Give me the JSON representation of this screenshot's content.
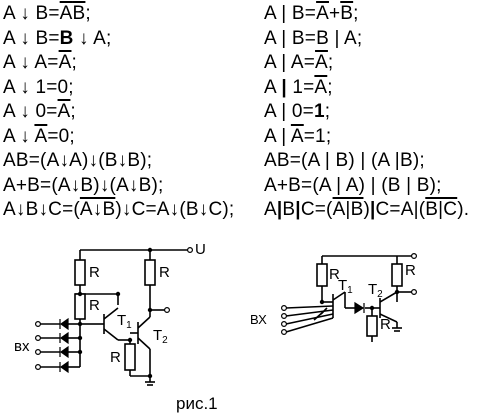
{
  "left_formulas": [
    [
      {
        "t": "A ↓ B="
      },
      {
        "t": "A",
        "o": 1
      },
      {
        "t": "B",
        "o": 1
      },
      {
        "t": ";"
      }
    ],
    [
      {
        "t": "A ↓ B="
      },
      {
        "t": "B",
        "b": 1
      },
      {
        "t": " ↓ A;"
      }
    ],
    [
      {
        "t": "A ↓ A="
      },
      {
        "t": "A",
        "o": 1
      },
      {
        "t": ";"
      }
    ],
    [
      {
        "t": "A ↓ 1=0;"
      }
    ],
    [
      {
        "t": "A ↓ 0="
      },
      {
        "t": "A",
        "o": 1
      },
      {
        "t": ";"
      }
    ],
    [
      {
        "t": "A ↓ "
      },
      {
        "t": "A",
        "o": 1
      },
      {
        "t": "=0;"
      }
    ],
    [
      {
        "t": "AB=(A↓A)↓(B↓B);"
      }
    ],
    [
      {
        "t": "A+B=(A↓B)↓(A↓B);"
      }
    ],
    [
      {
        "t": "A↓B↓C=("
      },
      {
        "t": "A↓B",
        "o": 1
      },
      {
        "t": ")↓C=A↓(B↓C);"
      }
    ]
  ],
  "right_formulas": [
    [
      {
        "t": "A | B="
      },
      {
        "t": "A",
        "o": 1
      },
      {
        "t": "+"
      },
      {
        "t": "B",
        "o": 1
      },
      {
        "t": ";"
      }
    ],
    [
      {
        "t": "A | B=B | A;"
      }
    ],
    [
      {
        "t": "A | A="
      },
      {
        "t": "A",
        "o": 1
      },
      {
        "t": ";"
      }
    ],
    [
      {
        "t": "A "
      },
      {
        "t": "|",
        "b": 1
      },
      {
        "t": " 1="
      },
      {
        "t": "A",
        "o": 1
      },
      {
        "t": ";"
      }
    ],
    [
      {
        "t": "A | 0="
      },
      {
        "t": "1",
        "b": 1
      },
      {
        "t": ";"
      }
    ],
    [
      {
        "t": "A | "
      },
      {
        "t": "A",
        "o": 1
      },
      {
        "t": "=1;"
      }
    ],
    [
      {
        "t": "AB=(A | B) | (A |B);"
      }
    ],
    [
      {
        "t": "A+B=(A | A) | (B | B);"
      }
    ],
    [
      {
        "t": "A"
      },
      {
        "t": "|",
        "b": 1
      },
      {
        "t": "B"
      },
      {
        "t": "|",
        "b": 1
      },
      {
        "t": "C=("
      },
      {
        "t": "A|B",
        "o": 1
      },
      {
        "t": ")"
      },
      {
        "t": "|",
        "b": 1
      },
      {
        "t": "C=A|("
      },
      {
        "t": "B|C",
        "o": 1
      },
      {
        "t": ")."
      }
    ]
  ],
  "circuit1": {
    "supply_label": "U",
    "resistor_labels": [
      "R",
      "R",
      "R",
      "R"
    ],
    "transistor_labels": [
      "T",
      "T"
    ],
    "transistor_subscripts": [
      "1",
      "2"
    ],
    "input_label": "вх"
  },
  "circuit2": {
    "resistor_labels": [
      "R",
      "R",
      "R"
    ],
    "transistor_labels": [
      "T",
      "T"
    ],
    "transistor_subscripts": [
      "1",
      "2"
    ],
    "input_label": "ВХ"
  },
  "caption": "рис.1"
}
